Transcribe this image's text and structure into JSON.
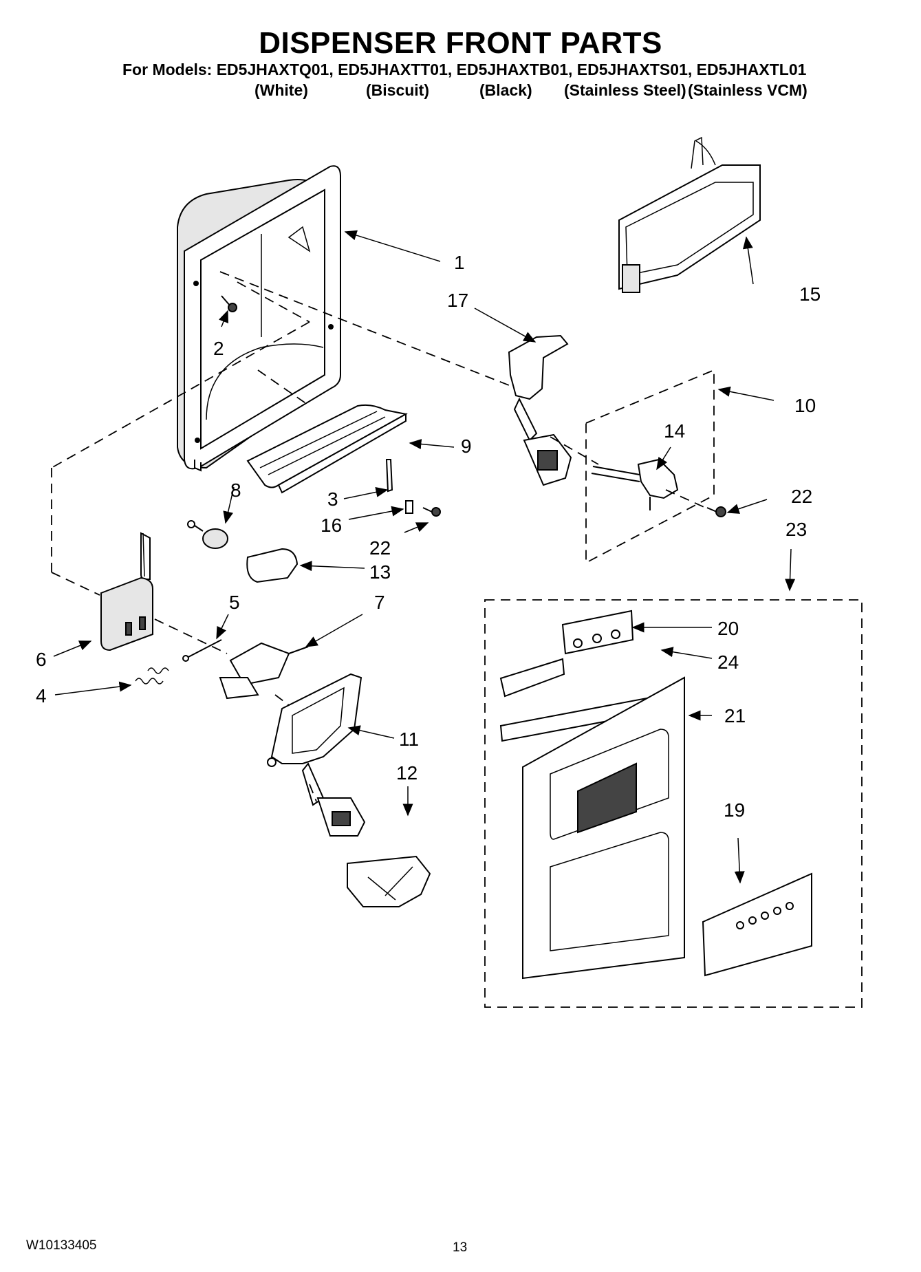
{
  "title": "DISPENSER FRONT PARTS",
  "models_line": "For Models: ED5JHAXTQ01, ED5JHAXTT01, ED5JHAXTB01, ED5JHAXTS01, ED5JHAXTL01",
  "model_colors": [
    "(White)",
    "(Biscuit)",
    "(Black)",
    "(Stainless Steel)",
    "(Stainless VCM)"
  ],
  "callouts": [
    "1",
    "2",
    "3",
    "4",
    "5",
    "6",
    "7",
    "8",
    "9",
    "10",
    "11",
    "12",
    "13",
    "14",
    "15",
    "16",
    "17",
    "19",
    "20",
    "21",
    "22",
    "22",
    "23",
    "24"
  ],
  "footer": {
    "doc_number": "W10133405",
    "page_number": "13"
  }
}
